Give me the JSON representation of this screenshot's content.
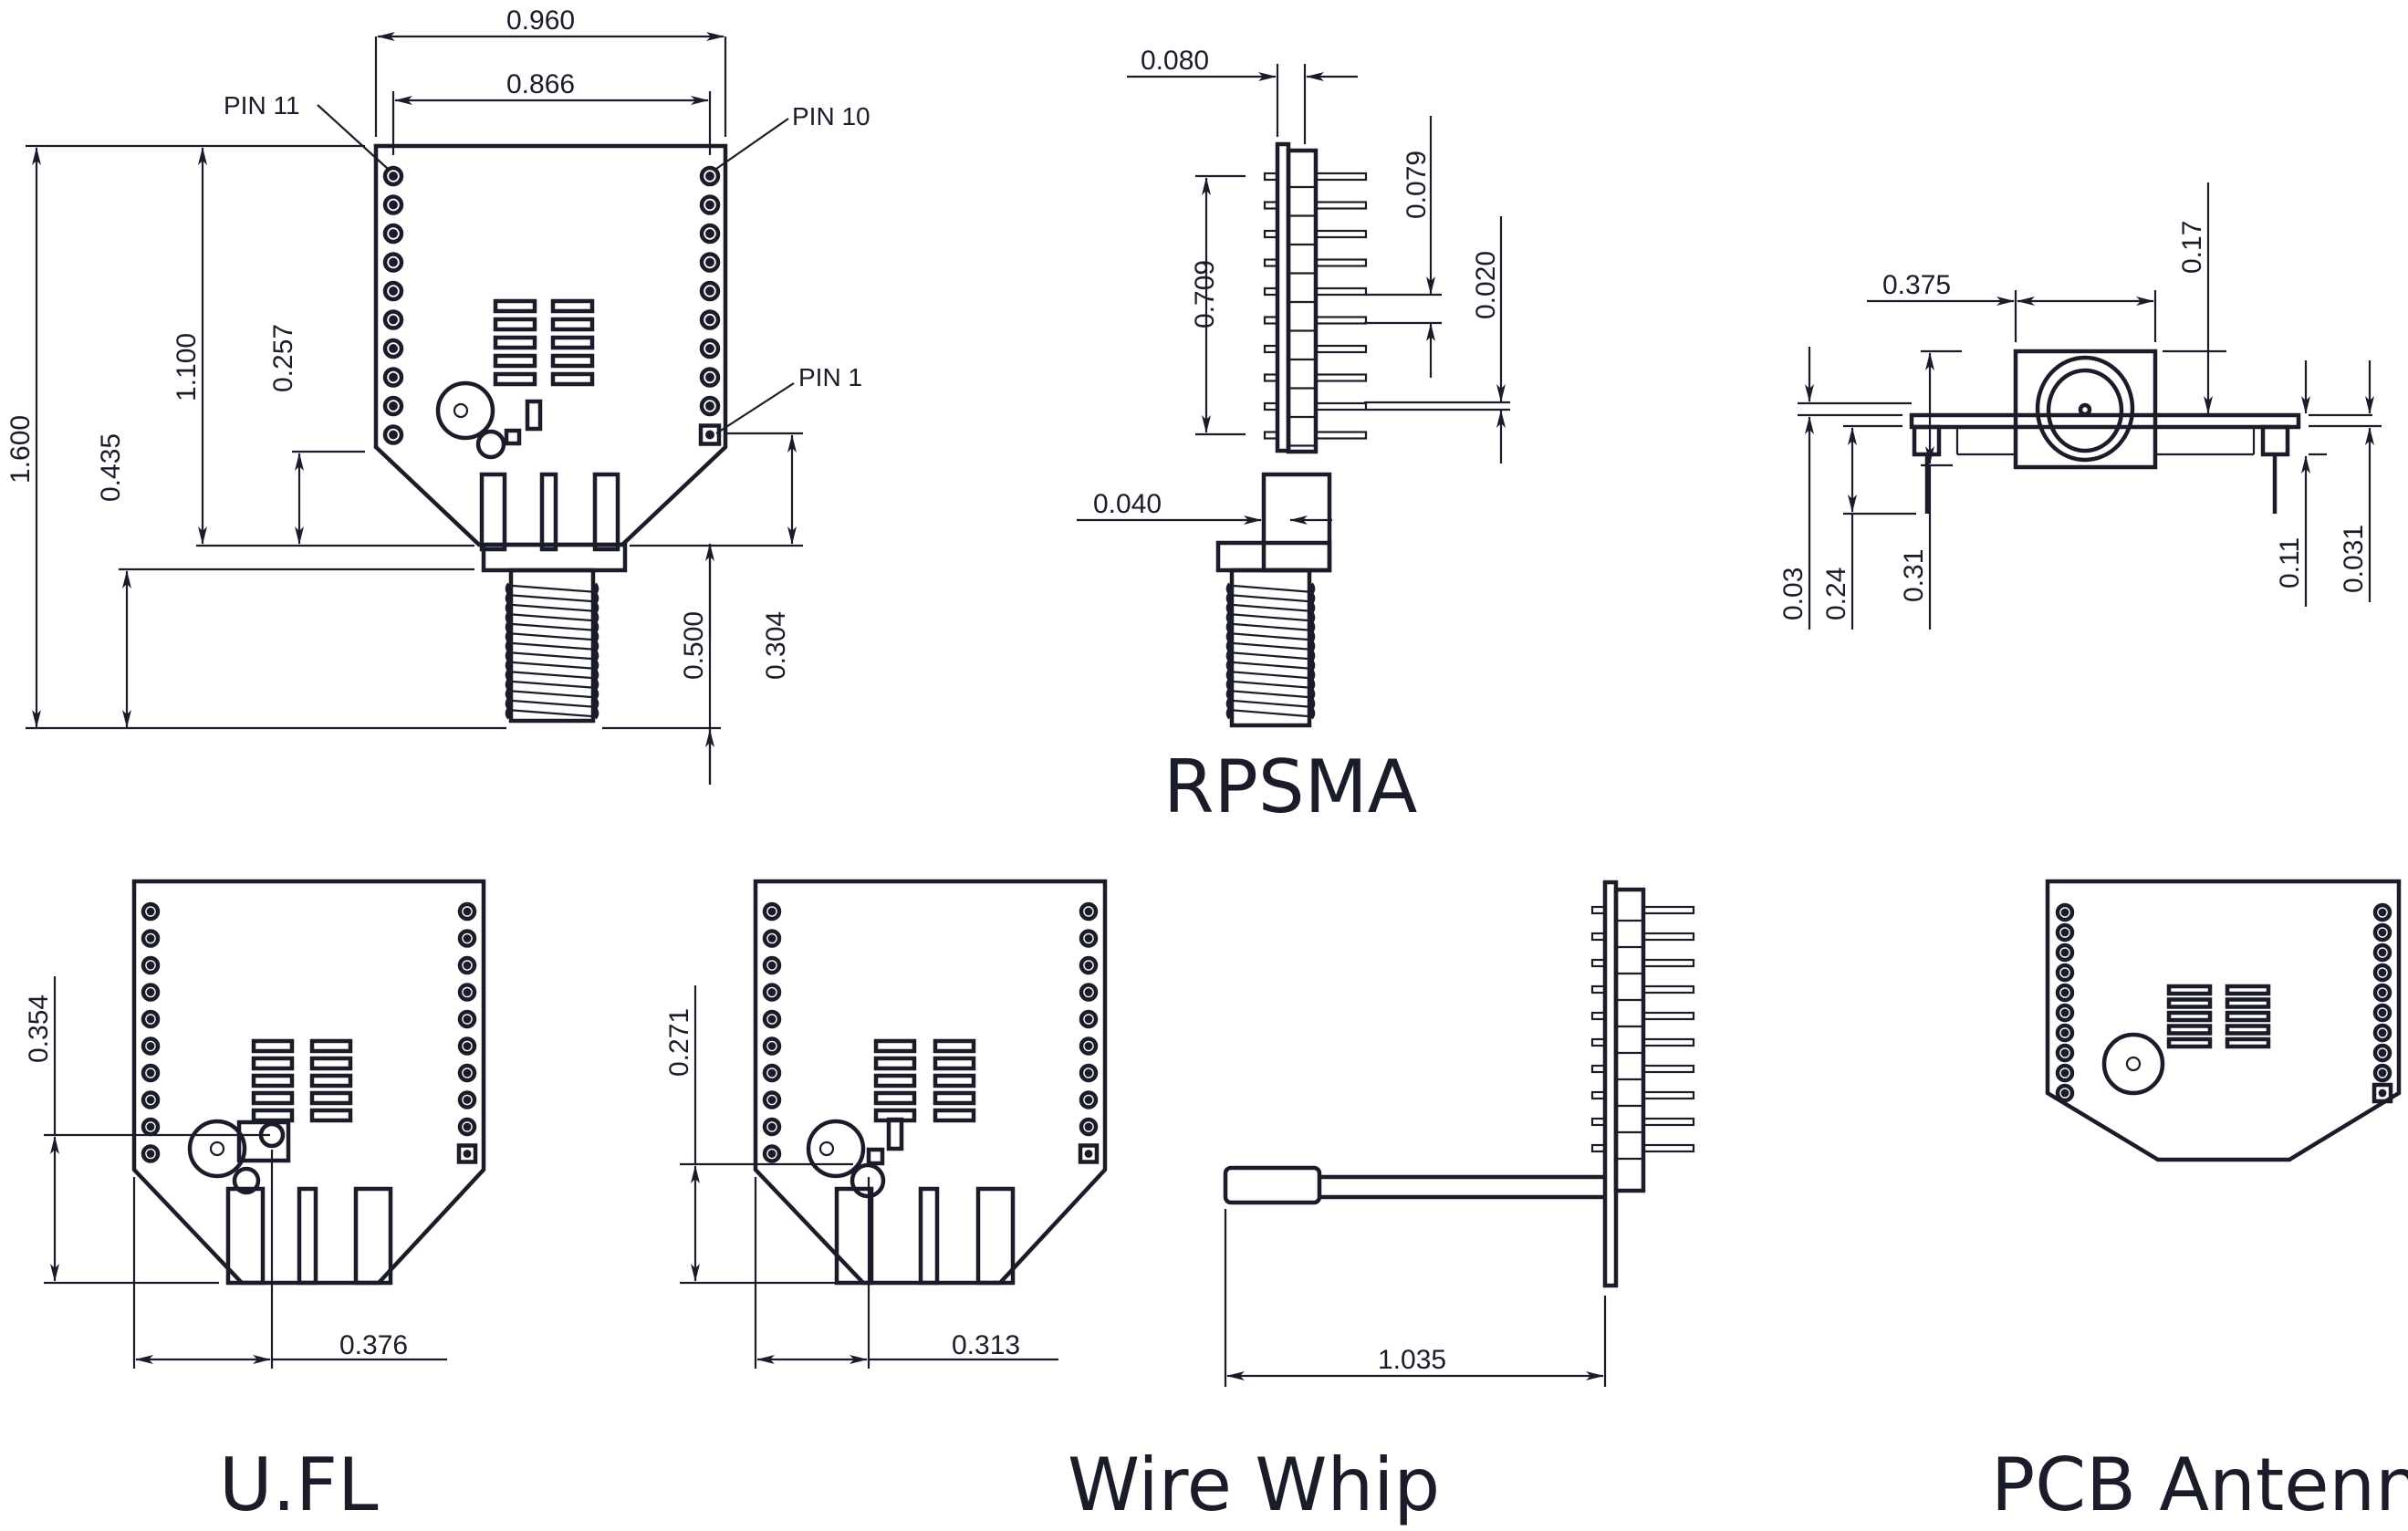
{
  "diagram": {
    "subject": "XBee module mechanical drawing",
    "units": "inches",
    "views": [
      {
        "id": "rpsma-top",
        "title": "",
        "dims": [
          "0.960",
          "0.866",
          "1.600",
          "1.100",
          "0.257",
          "0.435",
          "0.500",
          "0.304"
        ],
        "pin_labels": [
          "PIN 11",
          "PIN 10",
          "PIN 1"
        ]
      },
      {
        "id": "rpsma-side",
        "title": "RPSMA",
        "dims": [
          "0.080",
          "0.079",
          "0.709",
          "0.020",
          "0.040"
        ]
      },
      {
        "id": "rpsma-front",
        "title": "",
        "dims": [
          "0.375",
          "0.17",
          "0.03",
          "0.24",
          "0.31",
          "0.11",
          "0.031"
        ]
      },
      {
        "id": "ufl-top",
        "title": "U.FL",
        "dims": [
          "0.354",
          "0.376"
        ]
      },
      {
        "id": "wirewhip-top",
        "title": "Wire Whip",
        "dims": [
          "0.271",
          "0.313"
        ]
      },
      {
        "id": "wirewhip-side",
        "title": "",
        "dims": [
          "1.035"
        ]
      },
      {
        "id": "pcb-top",
        "title": "PCB Antenna",
        "dims": []
      }
    ]
  },
  "labels": {
    "pin11": "PIN 11",
    "pin10": "PIN 10",
    "pin1": "PIN 1",
    "d0960": "0.960",
    "d0866": "0.866",
    "d1600": "1.600",
    "d1100": "1.100",
    "d0257": "0.257",
    "d0435": "0.435",
    "d0500": "0.500",
    "d0304": "0.304",
    "d0080": "0.080",
    "d0079": "0.079",
    "d0709": "0.709",
    "d0020": "0.020",
    "d0040": "0.040",
    "d0375": "0.375",
    "d017": "0.17",
    "d003": "0.03",
    "d024": "0.24",
    "d031": "0.31",
    "d011": "0.11",
    "d0031": "0.031",
    "d0354": "0.354",
    "d0376": "0.376",
    "d0271": "0.271",
    "d0313": "0.313",
    "d1035": "1.035",
    "t_rpsma": "RPSMA",
    "t_ufl": "U.FL",
    "t_wire": "Wire Whip",
    "t_pcb": "PCB Antenna"
  }
}
